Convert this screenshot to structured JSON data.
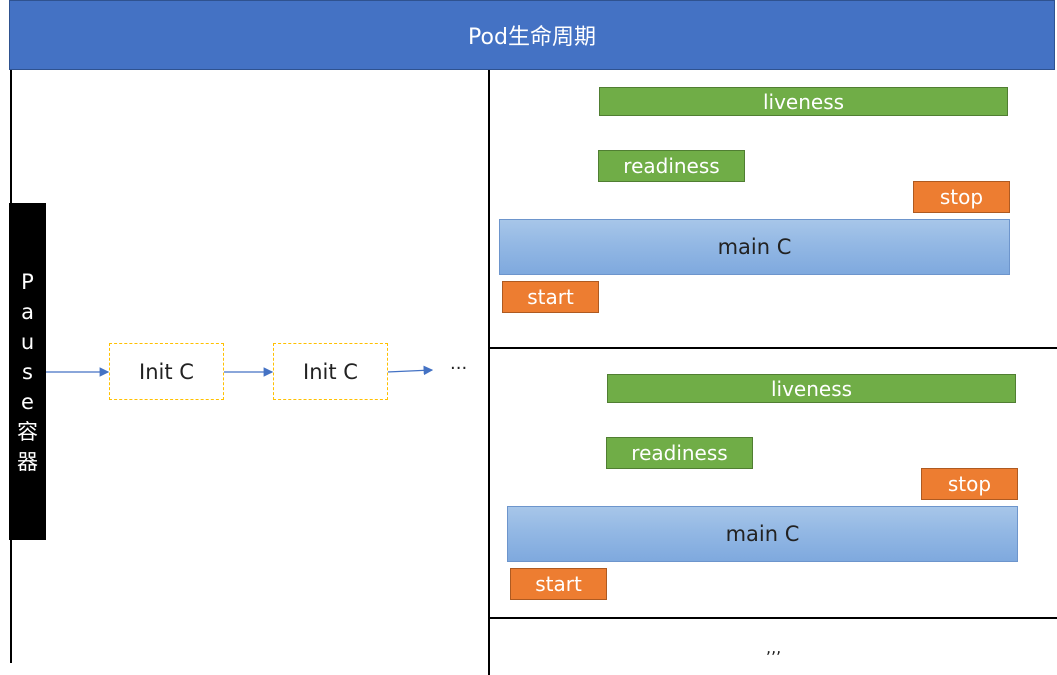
{
  "header": {
    "title": "Pod生命周期"
  },
  "pause": {
    "chars": [
      "P",
      "a",
      "u",
      "s",
      "e",
      "容",
      "器"
    ]
  },
  "init_chain": {
    "boxes": [
      "Init C",
      "Init C"
    ],
    "ellipsis": "···"
  },
  "panel_1": {
    "liveness": "liveness",
    "readiness": "readiness",
    "stop": "stop",
    "main": "main C",
    "start": "start"
  },
  "panel_2": {
    "liveness": "liveness",
    "readiness": "readiness",
    "stop": "stop",
    "main": "main C",
    "start": "start"
  },
  "panel_3": {
    "ellipsis": ",,,"
  },
  "colors": {
    "header_bg": "#4472c4",
    "probe_green": "#70ad47",
    "hook_orange": "#ed7d31",
    "main_blue": "#9dc3e6",
    "init_border": "#ffc000",
    "arrow": "#4472c4"
  }
}
